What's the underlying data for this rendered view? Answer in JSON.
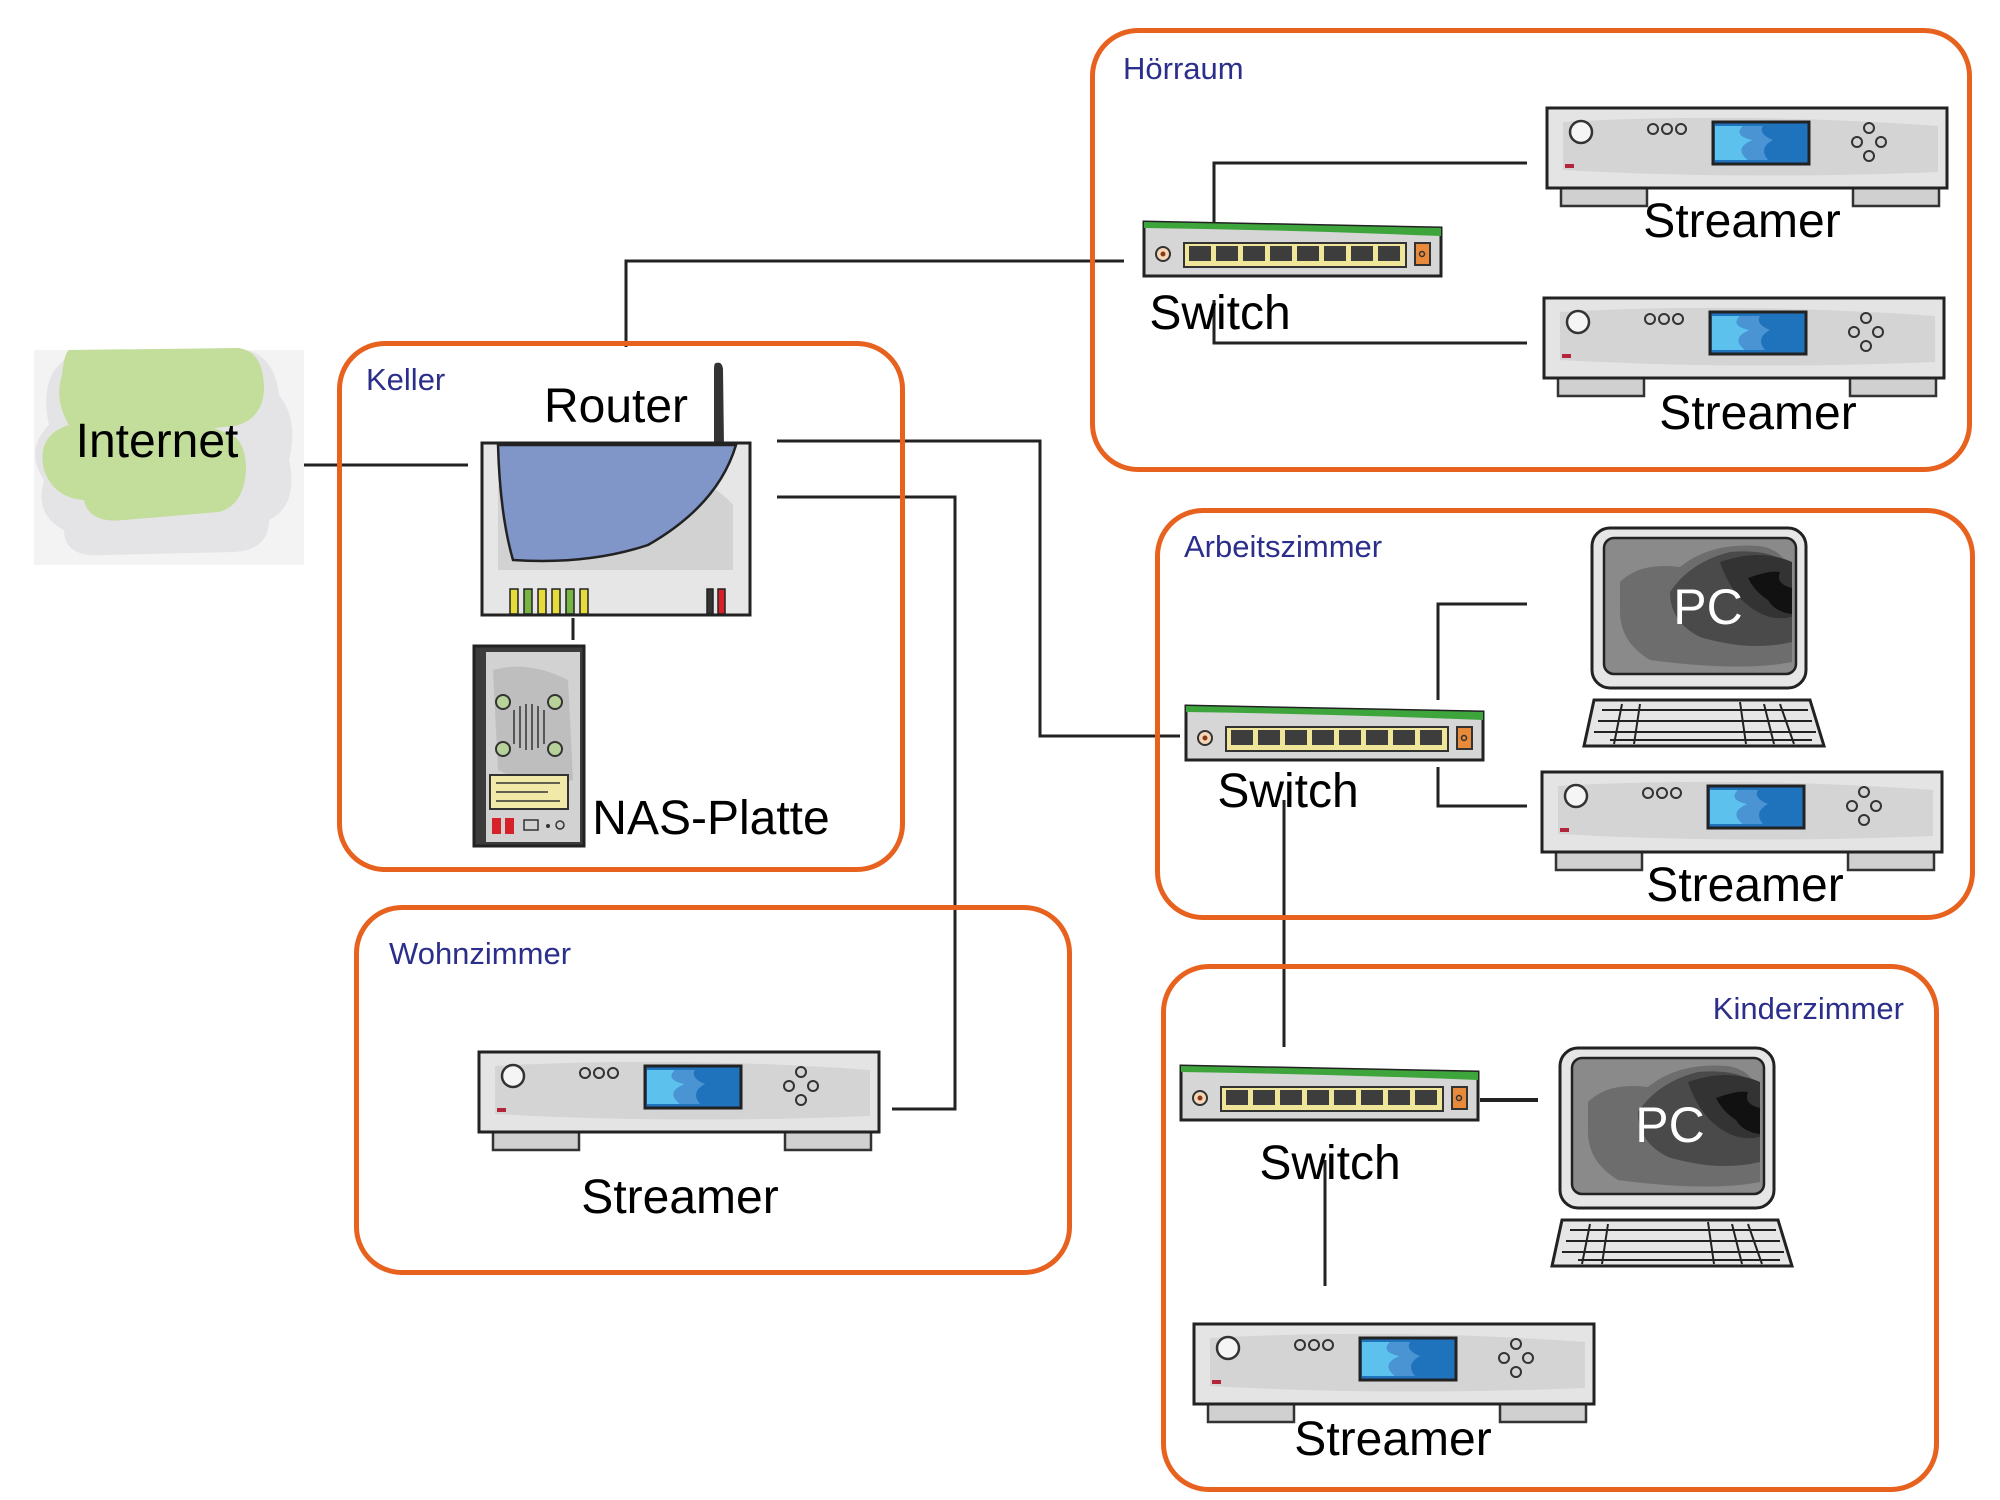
{
  "diagram": {
    "type": "home-network-topology",
    "internet": {
      "label": "Internet"
    },
    "rooms": [
      {
        "id": "keller",
        "label": "Keller",
        "devices": [
          {
            "id": "router",
            "type": "router",
            "label": "Router"
          },
          {
            "id": "nas",
            "type": "nas",
            "label": "NAS-Platte"
          }
        ]
      },
      {
        "id": "hoerraum",
        "label": "Hörraum",
        "devices": [
          {
            "id": "switch-hoerraum",
            "type": "switch",
            "label": "Switch"
          },
          {
            "id": "streamer-hoerraum-1",
            "type": "streamer",
            "label": "Streamer"
          },
          {
            "id": "streamer-hoerraum-2",
            "type": "streamer",
            "label": "Streamer"
          }
        ]
      },
      {
        "id": "arbeitszimmer",
        "label": "Arbeitszimmer",
        "devices": [
          {
            "id": "switch-arbeitszimmer",
            "type": "switch",
            "label": "Switch"
          },
          {
            "id": "pc-arbeitszimmer",
            "type": "pc",
            "label": "PC"
          },
          {
            "id": "streamer-arbeitszimmer",
            "type": "streamer",
            "label": "Streamer"
          }
        ]
      },
      {
        "id": "wohnzimmer",
        "label": "Wohnzimmer",
        "devices": [
          {
            "id": "streamer-wohnzimmer",
            "type": "streamer",
            "label": "Streamer"
          }
        ]
      },
      {
        "id": "kinderzimmer",
        "label": "Kinderzimmer",
        "devices": [
          {
            "id": "switch-kinderzimmer",
            "type": "switch",
            "label": "Switch"
          },
          {
            "id": "pc-kinderzimmer",
            "type": "pc",
            "label": "PC"
          },
          {
            "id": "streamer-kinderzimmer",
            "type": "streamer",
            "label": "Streamer"
          }
        ]
      }
    ],
    "connections": [
      [
        "internet",
        "router"
      ],
      [
        "router",
        "nas"
      ],
      [
        "router",
        "switch-hoerraum"
      ],
      [
        "switch-hoerraum",
        "streamer-hoerraum-1"
      ],
      [
        "switch-hoerraum",
        "streamer-hoerraum-2"
      ],
      [
        "router",
        "switch-arbeitszimmer"
      ],
      [
        "router",
        "streamer-wohnzimmer"
      ],
      [
        "switch-arbeitszimmer",
        "pc-arbeitszimmer"
      ],
      [
        "switch-arbeitszimmer",
        "streamer-arbeitszimmer"
      ],
      [
        "switch-arbeitszimmer",
        "switch-kinderzimmer"
      ],
      [
        "switch-kinderzimmer",
        "pc-kinderzimmer"
      ],
      [
        "switch-kinderzimmer",
        "streamer-kinderzimmer"
      ]
    ]
  },
  "labels": {
    "internet": "Internet",
    "keller": "Keller",
    "hoerraum": "Hörraum",
    "arbeitszimmer": "Arbeitszimmer",
    "wohnzimmer": "Wohnzimmer",
    "kinderzimmer": "Kinderzimmer",
    "router": "Router",
    "nas": "NAS-Platte",
    "switch": "Switch",
    "streamer": "Streamer",
    "pc": "PC"
  },
  "colors": {
    "room_border": "#e8621f",
    "room_label": "#2b2e8a",
    "wire": "#222222",
    "internet_cloud": "#c3dd9b",
    "router_panel": "#8095c8",
    "switch_stripe": "#3ea53c",
    "streamer_screen": "#1f73bd"
  }
}
